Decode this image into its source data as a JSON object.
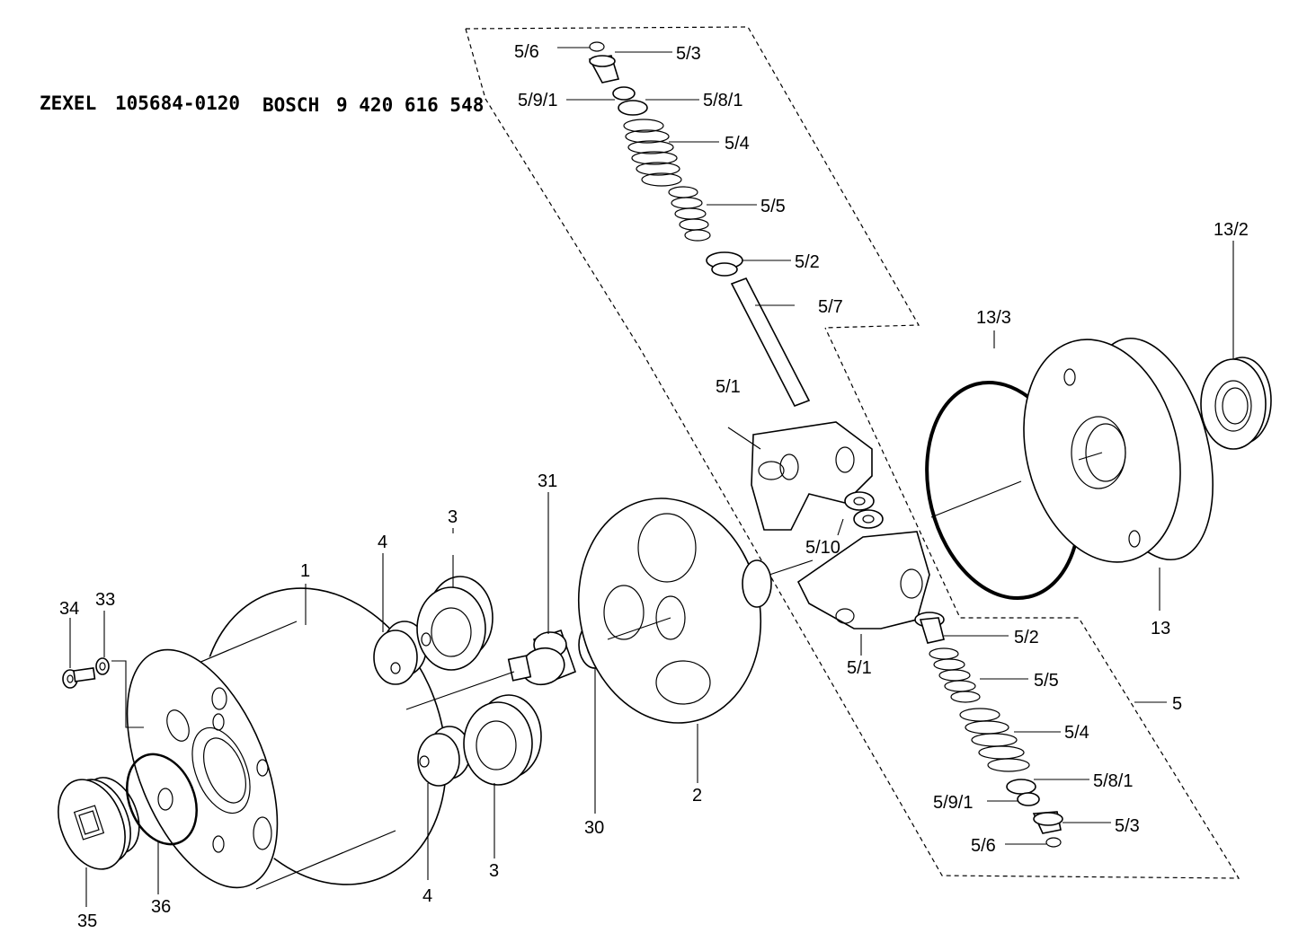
{
  "header": {
    "brand1": "ZEXEL",
    "code1": "105684-0120",
    "brand2": "BOSCH",
    "code2": "9 420 616 548"
  },
  "labels": {
    "l1": "1",
    "l2": "2",
    "l3a": "3",
    "l3b": "3",
    "l4a": "4",
    "l4b": "4",
    "l5": "5",
    "l5_1a": "5/1",
    "l5_1b": "5/1",
    "l5_2a": "5/2",
    "l5_2b": "5/2",
    "l5_3a": "5/3",
    "l5_3b": "5/3",
    "l5_4a": "5/4",
    "l5_4b": "5/4",
    "l5_5a": "5/5",
    "l5_5b": "5/5",
    "l5_6a": "5/6",
    "l5_6b": "5/6",
    "l5_7": "5/7",
    "l5_8_1a": "5/8/1",
    "l5_8_1b": "5/8/1",
    "l5_9_1a": "5/9/1",
    "l5_9_1b": "5/9/1",
    "l5_10": "5/10",
    "l13": "13",
    "l13_2": "13/2",
    "l13_3": "13/3",
    "l30": "30",
    "l31": "31",
    "l33": "33",
    "l34": "34",
    "l35": "35",
    "l36": "36"
  }
}
